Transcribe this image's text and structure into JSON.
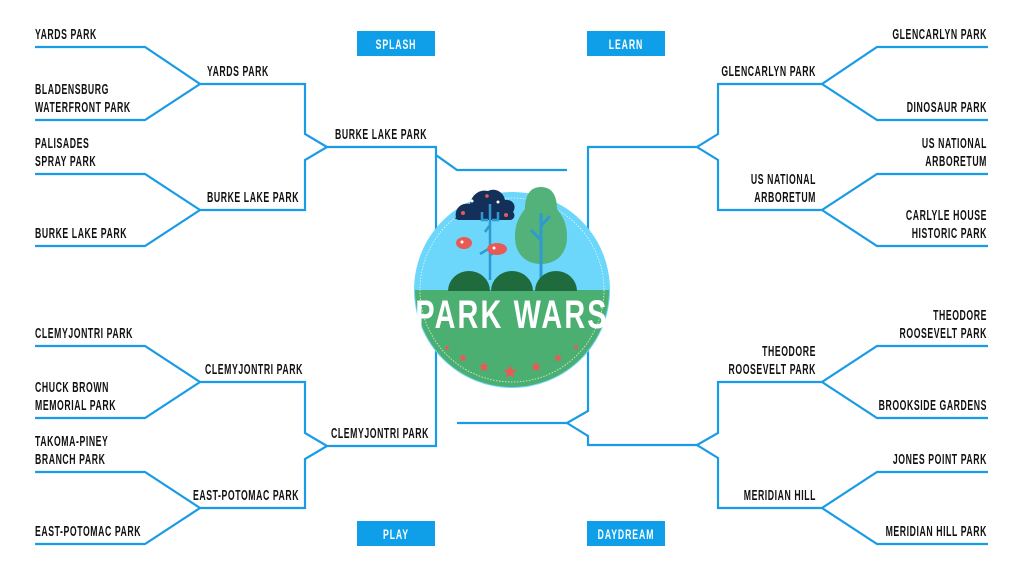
{
  "title": "PARK WARS",
  "colors": {
    "line": "#1a9be6",
    "category_box": "#0f9fe8",
    "sky": "#6dd6fb",
    "grass": "#4caf72",
    "star": "#e85a55"
  },
  "categories": {
    "splash": "SPLASH",
    "learn": "LEARN",
    "play": "PLAY",
    "daydream": "DAYDREAM"
  },
  "splash": {
    "round1": [
      [
        "YARDS PARK"
      ],
      [
        "BLADENSBURG",
        "WATERFRONT PARK"
      ],
      [
        "PALISADES",
        "SPRAY PARK"
      ],
      [
        "BURKE LAKE PARK"
      ]
    ],
    "round2": [
      [
        "YARDS PARK"
      ],
      [
        "BURKE LAKE PARK"
      ]
    ],
    "winner": [
      "BURKE LAKE PARK"
    ]
  },
  "learn": {
    "round1": [
      [
        "GLENCARLYN PARK"
      ],
      [
        "DINOSAUR PARK"
      ],
      [
        "US NATIONAL",
        "ARBORETUM"
      ],
      [
        "CARLYLE HOUSE",
        "HISTORIC PARK"
      ]
    ],
    "round2": [
      [
        "GLENCARLYN PARK"
      ],
      [
        "US NATIONAL",
        "ARBORETUM"
      ]
    ]
  },
  "play": {
    "round1": [
      [
        "CLEMYJONTRI PARK"
      ],
      [
        "CHUCK BROWN",
        "MEMORIAL PARK"
      ],
      [
        "TAKOMA-PINEY",
        "BRANCH PARK"
      ],
      [
        "EAST-POTOMAC PARK"
      ]
    ],
    "round2": [
      [
        "CLEMYJONTRI PARK"
      ],
      [
        "EAST-POTOMAC PARK"
      ]
    ],
    "winner": [
      "CLEMYJONTRI PARK"
    ]
  },
  "daydream": {
    "round1": [
      [
        "THEODORE",
        "ROOSEVELT PARK"
      ],
      [
        "BROOKSIDE GARDENS"
      ],
      [
        "JONES POINT PARK"
      ],
      [
        "MERIDIAN HILL PARK"
      ]
    ],
    "round2": [
      [
        "THEODORE",
        "ROOSEVELT PARK"
      ],
      [
        "MERIDIAN HILL"
      ]
    ]
  }
}
